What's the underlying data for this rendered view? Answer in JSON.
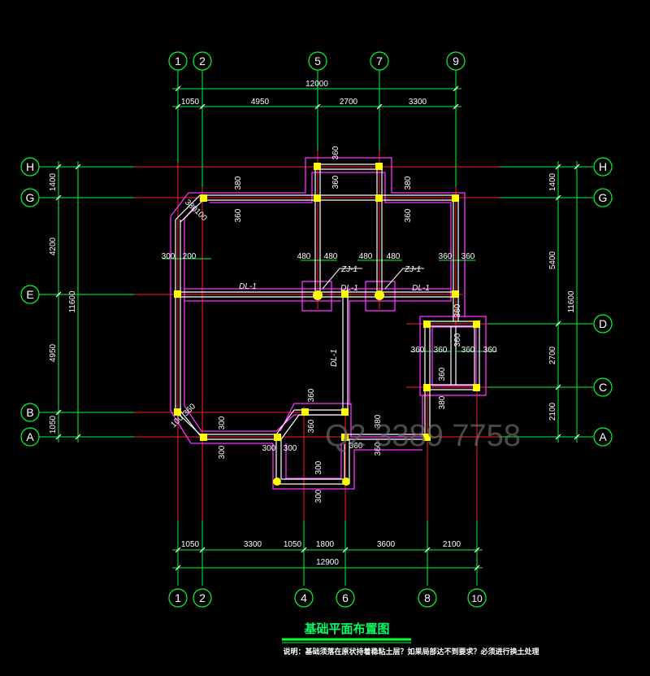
{
  "axes": {
    "top": [
      "1",
      "2",
      "5",
      "7",
      "9"
    ],
    "bottom": [
      "1",
      "2",
      "4",
      "6",
      "8",
      "10"
    ],
    "left": [
      "H",
      "G",
      "E",
      "B",
      "A"
    ],
    "right": [
      "H",
      "G",
      "D",
      "C",
      "A"
    ]
  },
  "dims": {
    "top_total": "12000",
    "top": [
      "1050",
      "4950",
      "2700",
      "3300"
    ],
    "bottom": [
      "1050",
      "3300",
      "1050",
      "1800",
      "3600",
      "2100"
    ],
    "bottom_total": "12900",
    "left": [
      "1400",
      "4200",
      "4950",
      "1050"
    ],
    "left_total": "11600",
    "right": [
      "1400",
      "5400",
      "2700",
      "2100"
    ],
    "right_total": "11600",
    "wall": [
      "380",
      "360",
      "480",
      "300",
      "100",
      "200"
    ]
  },
  "labels": {
    "dl1": "DL-1",
    "zj1": "ZJ-1"
  },
  "title": "基础平面布置图",
  "note": "说明：基础须落在原状持着稳粘土层？如果局部达不到要求？必须进行换土处理",
  "watermark": "Q2 3389 7758"
}
